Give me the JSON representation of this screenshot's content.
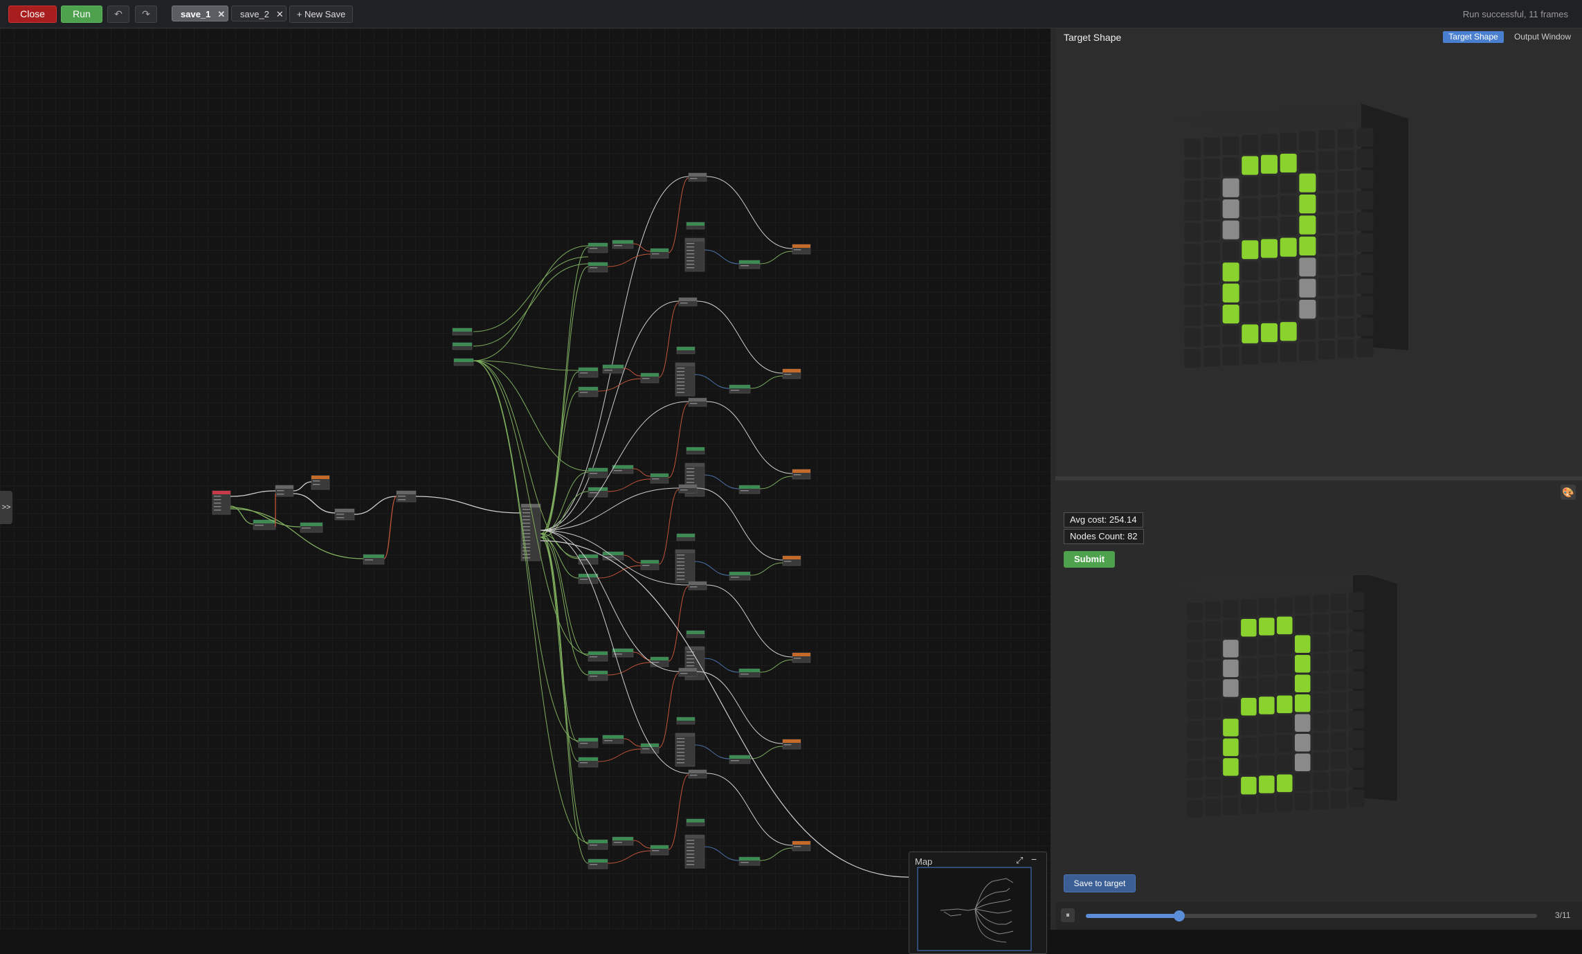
{
  "toolbar": {
    "close_label": "Close",
    "run_label": "Run",
    "undo_icon": "↶",
    "redo_icon": "↷",
    "tabs": [
      {
        "label": "save_1",
        "close": "✕",
        "active": true
      },
      {
        "label": "save_2",
        "close": "✕",
        "active": false
      }
    ],
    "new_save_label": "+ New Save",
    "status": "Run successful, 11 frames"
  },
  "canvas": {
    "sidebar_toggle": ">>",
    "minimap": {
      "title": "Map",
      "expand_icon": "⤢",
      "minimize_icon": "−"
    }
  },
  "panel": {
    "title": "Target Shape",
    "tabs": {
      "target": "Target Shape",
      "output": "Output Window"
    },
    "palette_icon": "🎨",
    "avg_cost": "Avg cost: 254.14",
    "nodes_count": "Nodes Count: 82",
    "submit_label": "Submit",
    "save_to_target_label": "Save to target",
    "pause_icon": "⏸",
    "frame_label": "3/11",
    "frame_current": 3,
    "frame_total": 11
  },
  "colors": {
    "accent_blue": "#5b8dd8",
    "run_green": "#4ea24e",
    "close_red": "#a81d1d",
    "lit_voxel": "#8ad32e",
    "gray_voxel": "#8a8a8a",
    "dark_voxel": "#262626"
  }
}
